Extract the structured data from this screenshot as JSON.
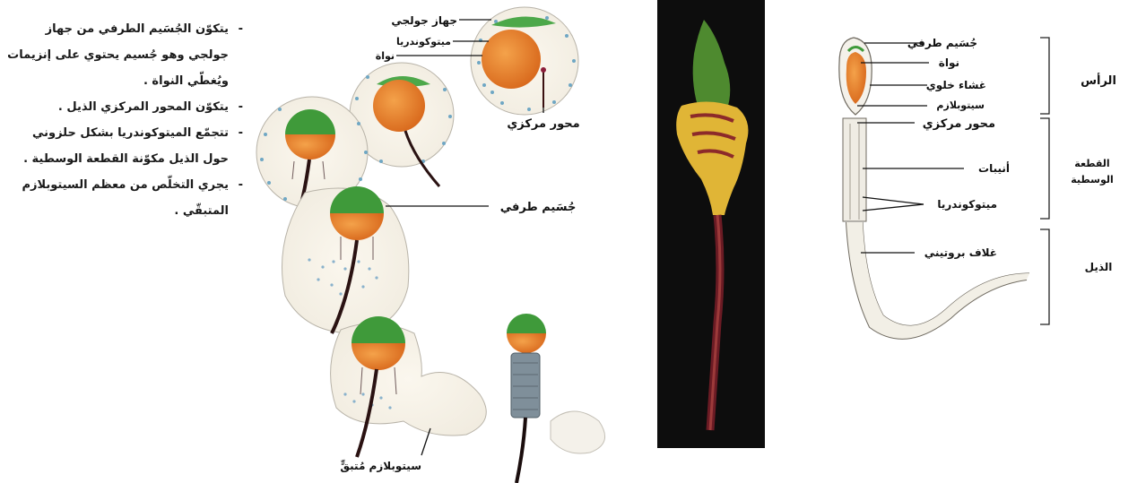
{
  "notes": [
    "يتكوّن الجُسَيم الطرفي من جهاز جولجي وهو جُسيم يحتوي على إنزيمات ويُغطّي النواة .",
    "يتكوّن المحور المركزي الذيل .",
    "تتجمّع الميتوكوندريا بشكل حلزوني حول الذيل مكوّنة القطعة الوسطية .",
    "يجري التخلّص من معظم السيتوبلازم المتبقّي ."
  ],
  "development_labels": {
    "golgi": "جهاز جولجي",
    "mitochondria": "ميتوكوندريا",
    "nucleus": "نواة",
    "central_axis": "محور مركزي",
    "acrosome": "جُسَيم طرفي",
    "residual_cytoplasm": "سيتوبلازم مُتبقٍّ"
  },
  "sperm_labels": {
    "acrosome": "جُسَيم طرفي",
    "nucleus": "نواة",
    "membrane": "غشاء خلوي",
    "cytoplasm": "سيتوبلازم",
    "central_axis": "محور مركزي",
    "microtubules": "أنيبات",
    "mitochondria": "ميتوكوندريا",
    "protein_sheath": "غلاف بروتيني"
  },
  "regions": {
    "head": "الرأس",
    "midpiece_line1": "القطعة",
    "midpiece_line2": "الوسطية",
    "tail": "الذيل"
  },
  "colors": {
    "acrosome_green": "#3f9a3a",
    "nucleus_orange": "#e8832a",
    "midpiece_yellow": "#e3b52c",
    "tail_maroon": "#7a1f2a",
    "photo_background": "#0d0d0d"
  }
}
